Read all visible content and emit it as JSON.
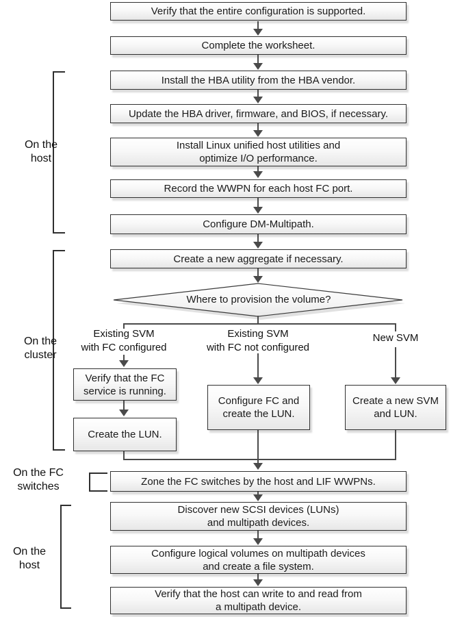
{
  "sections": {
    "host_top": {
      "label": "On the\nhost"
    },
    "cluster": {
      "label": "On the\ncluster"
    },
    "fc_switches": {
      "label": "On the FC\nswitches"
    },
    "host_bottom": {
      "label": "On the\nhost"
    }
  },
  "steps": {
    "verify_config": "Verify that the entire configuration is supported.",
    "complete_worksheet": "Complete the worksheet.",
    "install_hba_utility": "Install the HBA utility from the HBA vendor.",
    "update_hba": "Update the HBA driver, firmware, and BIOS, if necessary.",
    "install_host_utilities": "Install Linux unified host utilities and\noptimize I/O performance.",
    "record_wwpn": "Record the WWPN for each host FC port.",
    "configure_dm_multipath": "Configure DM-Multipath.",
    "create_aggregate": "Create a new aggregate if necessary.",
    "zone_switches": "Zone the FC switches by the host and LIF WWPNs.",
    "discover_devices": "Discover new SCSI devices (LUNs)\nand multipath devices.",
    "configure_volumes": "Configure logical volumes on multipath devices\nand create a file system.",
    "verify_io": "Verify that the host can write to and read from\na multipath device."
  },
  "decision": {
    "question": "Where to provision the volume?"
  },
  "branches": {
    "existing_fc": {
      "label": "Existing SVM\nwith FC configured",
      "steps": {
        "verify_fc_service": "Verify that the FC\nservice is running.",
        "create_lun": "Create the LUN."
      }
    },
    "existing_no_fc": {
      "label": "Existing SVM\nwith FC not configured",
      "steps": {
        "configure_fc_create_lun": "Configure FC and\ncreate the LUN."
      }
    },
    "new_svm": {
      "label": "New SVM",
      "steps": {
        "create_svm_lun": "Create a new SVM\nand LUN."
      }
    }
  },
  "colors": {
    "line": "#4a4a4a",
    "box_border": "#2f2f2f"
  }
}
